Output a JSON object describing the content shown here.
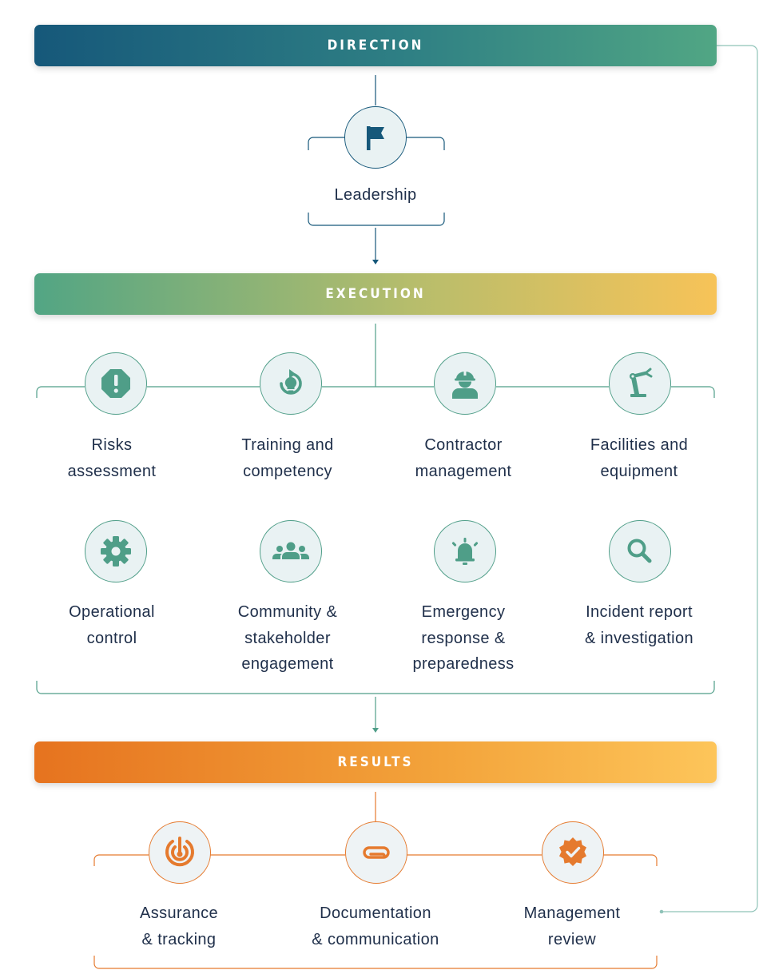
{
  "sections": {
    "direction": "DIRECTION",
    "execution": "EXECUTION",
    "results": "RESULTS"
  },
  "leadership": {
    "label": "Leadership",
    "icon": "flag-icon"
  },
  "execution_items": [
    {
      "lines": [
        "Risks",
        "assessment"
      ],
      "icon": "alert-icon"
    },
    {
      "lines": [
        "Training and",
        "competency"
      ],
      "icon": "lightbulb-refresh-icon"
    },
    {
      "lines": [
        "Contractor",
        "management"
      ],
      "icon": "worker-icon"
    },
    {
      "lines": [
        "Facilities and",
        "equipment"
      ],
      "icon": "robot-arm-icon"
    },
    {
      "lines": [
        "Operational",
        "control"
      ],
      "icon": "gear-icon"
    },
    {
      "lines": [
        "Community &",
        "stakeholder",
        "engagement"
      ],
      "icon": "group-icon"
    },
    {
      "lines": [
        "Emergency",
        "response &",
        "preparedness"
      ],
      "icon": "alarm-icon"
    },
    {
      "lines": [
        "Incident report",
        "& investigation"
      ],
      "icon": "search-icon"
    }
  ],
  "results_items": [
    {
      "lines": [
        "Assurance",
        "& tracking"
      ],
      "icon": "target-icon"
    },
    {
      "lines": [
        "Documentation",
        "& communication"
      ],
      "icon": "paperclip-icon"
    },
    {
      "lines": [
        "Management",
        "review"
      ],
      "icon": "badge-check-icon"
    }
  ],
  "colors": {
    "navy": "#16587a",
    "teal": "#4f9e88",
    "orange": "#e57a2e",
    "text": "#1f2f4a"
  }
}
